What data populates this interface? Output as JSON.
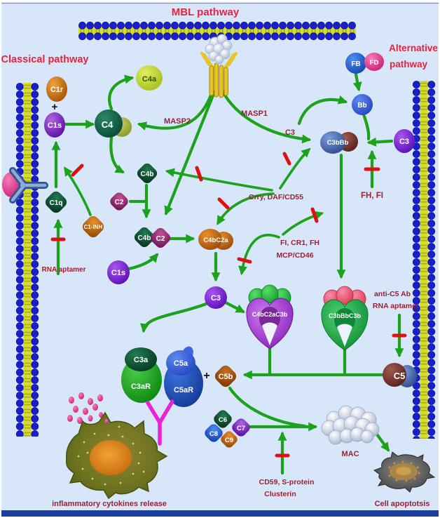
{
  "titles": {
    "mbl": "MBL pathway",
    "classical": "Classical pathway",
    "alternative_line1": "Alternative",
    "alternative_line2": "pathway"
  },
  "nodes": {
    "c1r": "C1r",
    "c1s": "C1s",
    "c1q": "C1q",
    "c1inh": "C1-INH",
    "c4": "C4",
    "c4a": "C4a",
    "c4b": "C4b",
    "c2": "C2",
    "c4bc2a": "C4bC2a",
    "c3": "C3",
    "c3a": "C3a",
    "c3ar": "C3aR",
    "c5a": "C5a",
    "c5ar": "C5aR",
    "c5b": "C5b",
    "c5": "C5",
    "c6": "C6",
    "c7": "C7",
    "c8": "C8",
    "c9": "C9",
    "fb": "FB",
    "fd": "FD",
    "bb": "Bb",
    "c3bbb": "C3bBb",
    "c4bc2ac3b": "C4bC2aC3b",
    "c3bbbc3b": "C3bBbC3b"
  },
  "labels": {
    "masp2": "MASP2",
    "masp1": "MASP1",
    "c3_tag": "C3",
    "crry_daf": "Crry, DAF/CD55",
    "fi_cr1_fh": "FI, CR1, FH",
    "mcp_cd46": "MCP/CD46",
    "fh_fi": "FH, FI",
    "rna_aptamer": "RNA aptamer",
    "anti_c5_ab": "anti-C5 Ab",
    "anti_c5_rna": "RNA aptamer",
    "cd59_sprotein": "CD59, S-protein",
    "clusterin": "Clusterin",
    "mac": "MAC",
    "cell_apoptosis": "Cell apoptotsis",
    "inflammatory": "inflammatory cytokines release",
    "plus": "+"
  },
  "colors": {
    "background": "#d7e6f9",
    "arrow_green": "#1ca21c",
    "inhibit_red": "#dd1111",
    "title_red": "#e8243c",
    "label_maroon": "#9e2033",
    "membrane_blue": "#1820cc",
    "membrane_yellow": "#d8dc30",
    "footer_navy": "#1b3f9e"
  }
}
